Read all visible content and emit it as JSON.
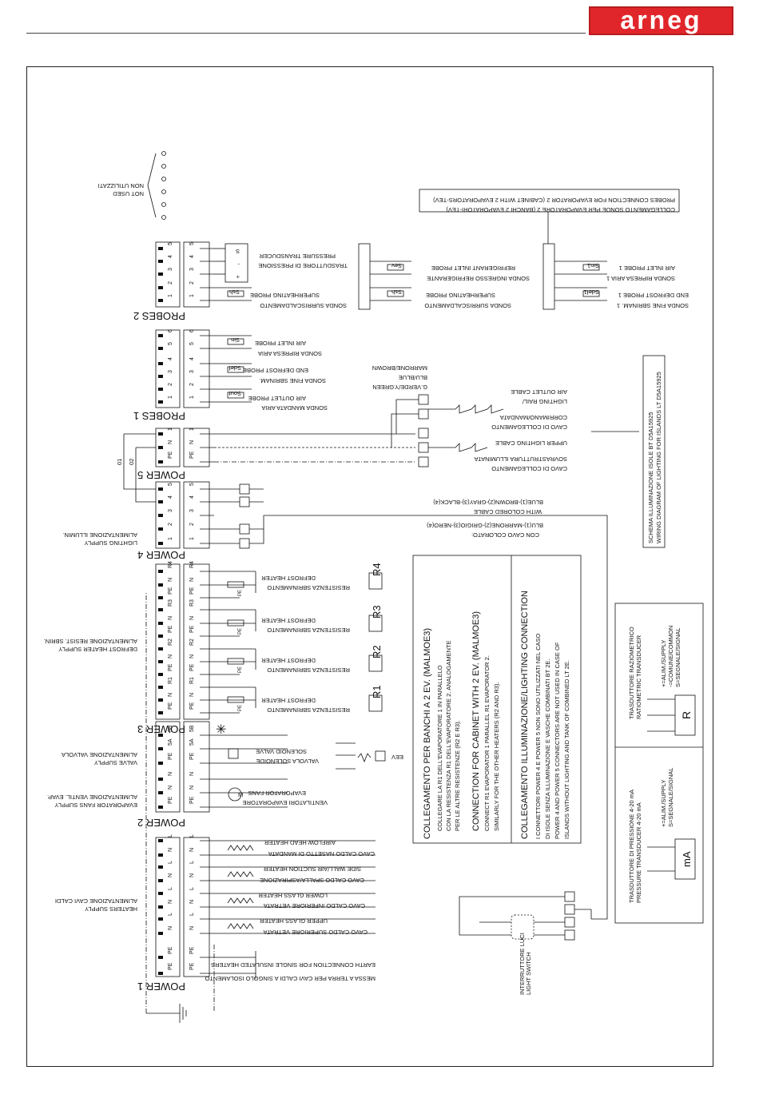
{
  "logo": {
    "text": "arneg",
    "color": "#e0262b"
  },
  "blocks": {
    "power1": "POWER 1",
    "power2": "POWER 2",
    "power3": "POWER 3",
    "power4": "POWER 4",
    "power5": "POWER 5",
    "probes1": "PROBES 1",
    "probes2": "PROBES 2"
  },
  "left_labels": {
    "heaters_it": "ALIMENTAZIONE CAVI CALDI",
    "heaters_en": "HEATERS SUPPLY",
    "fans_it": "ALIMENTAZIONE VENTIL. EVAP.",
    "fans_en": "EVAPORATOR FANS SUPPLY",
    "valve_it": "ALIMENTAZIONE VALVOLA",
    "valve_en": "VALVE SUPPLY",
    "defrost_it": "ALIMENTAZIONE RESIST. SBRIN.",
    "defrost_en": "DEFROST HEATER SUPPLY",
    "lighting_it": "ALIMENTAZIONE ILLUMIN.",
    "lighting_en": "LIGHTING SUPPLY",
    "notused_it": "NON UTILIZZATI",
    "notused_en": "NOT USED",
    "o1": "01",
    "o2": "02"
  },
  "terminals": {
    "l": "L",
    "n": "N",
    "pe": "PE",
    "t1": "1",
    "t2": "2",
    "t3": "3",
    "t4": "4",
    "t5": "5",
    "t6": "6",
    "r1": "R1",
    "r2": "R2",
    "r3": "R3",
    "r4": "R4",
    "t5a": "5A",
    "t5b": "5B"
  },
  "power1_loads": [
    "MESSA A TERRA PER CAVI CALDI A SINGOLO ISOLAMENTO",
    "EARTH CONNECTION FOR SINGLE INSULATED HEATERS",
    "CAVO CALDO SUPERIORE VETRATA",
    "UPPER GLASS HEATER",
    "CAVO CALDO INFERIORE VETRATA",
    "LOWER GLASS HEATER",
    "CAVO CALDO SPALLA/ASPIRAZIONE",
    "SIDE WALL/AIR SUCTION HEATER",
    "CAVO CALDO NASETTO DI MANDATA",
    "AIRFLOW HEAD HEATER"
  ],
  "power2_loads": {
    "fans_it": "VENTILATORI EVAPORATORE",
    "fans_en": "EVAPORATOR FANS",
    "valve_it": "VALVOLA SOLENOIDE",
    "valve_en": "SOLENOID VALVE",
    "motor": "M",
    "eev": "EEV"
  },
  "defrost": {
    "it": "RESISTENZA SBRINAMENTO",
    "en": "DEFROST HEATER",
    "pe": "PE",
    "star": "✳"
  },
  "power4_cable": [
    "CON CAVO COLORATO:",
    "BLU(1)-MARRONE(2)-GRIGIO(3)-NERO(4)",
    "WITH COLORED CABLE",
    "BLUE(1)-BROWN(2)-GRAY(3)-BLACK(4)"
  ],
  "lighting": {
    "upper": [
      "CAVO DI COLLEGAMENTO",
      "SOVRASTRUTTURA ILLUMINATA",
      "UPPER LIGHTING CABLE"
    ],
    "rail": [
      "CAVO DI COLLEGAMENTO",
      "CORRIMANO/MANDATA",
      "LIGHTING RAIL/",
      "AIR OUTLET CABLE"
    ],
    "colors": [
      "G.VERDE/Y.GREEN",
      "BLU/BLUE",
      "MARRONE/BROWN"
    ],
    "schema": [
      "SCHEMA ILLUMINAZIONE ISOLE BT D5A15925",
      "WIRING DIAGRAM OF LIGHTING FOR ISLANDS LT D5A15925"
    ]
  },
  "probes1": [
    "SONDA MANDATA ARIA",
    "AIR OUTLET PROBE",
    "Sout",
    "SONDA FINE SBRINAM.",
    "END DEFROST PROBE",
    "Sdef",
    "SONDA RIPRESA ARIA",
    "AIR INLET PROBE",
    "Sin"
  ],
  "probes2": [
    "SONDA SURRISCALDAMENTO",
    "SUPERHEATING PROBE",
    "Ssh",
    "TRASDUTTORE DI PRESSIONE",
    "PRESSURE TRANSDUCER",
    "S",
    "-",
    "+"
  ],
  "evap2_probes": [
    "SONDA SURRISCALDAMENTO",
    "SUPERHEATING PROBE",
    "Ssh",
    "SONDA INGRESSO REFRIGERANTE",
    "REFRIGERANT INLET PROBE",
    "Sev"
  ],
  "evap1_probes": [
    "SONDA FINE SBRINAM. 1",
    "END DEFROST PROBE 1",
    "Sdef1",
    "SONDA RIPRESA ARIA 1",
    "AIR INLET PROBE 1",
    "Sin1"
  ],
  "evap2_box": [
    "COLLEGAMENTO SONDE PER EVAPORATORE 2 (BANCHI 2 EVAPORATORI-TEV)",
    "PROBES CONNECTION FOR EVAPORATOR 2 (CABINET WITH 2 EVAPORATORS-TEV)"
  ],
  "note_box": {
    "title1": "COLLEGAMENTO PER BANCHI A 2 EV. (MALMOE3)",
    "text1": [
      "COLLEGARE LA R1 DELL'EVAPORATORE 1 IN PARALLELO",
      "CON LA RESISTENZA R1 DELL'EVAPORATORE 2. ANALOGAMENTE",
      "PER LE ALTRE RESISTENZE (R2 E R3)."
    ],
    "title2": "CONNECTION FOR CABINET WITH 2 EV. (MALMOE3)",
    "text2": [
      "CONNECT R1 EVAPORATOR 1 PARALLEL R1 EVAPORATOR 2.",
      "SIMILARLY FOR THE OTHER HEATERS (R2 AND R3)."
    ],
    "title3": "COLLEGAMENTO ILLUMINAZIONE/LIGHTING CONNECTION",
    "text3": [
      "I CONNETTORI POWER 4 E POWER 5 NON SONO UTILIZZATI NEL CASO",
      "DI ISOLE SENZA ILLUMINAZIONE E VASCHE COMBINATI BT 2E.",
      "POWER 4 AND POWER 5 CONNECTORS ARE NOT USED IN CASE OF",
      "ISLANDS WITHOUT LIGHTING AND TANK OF COMBINED LT 2E."
    ]
  },
  "transducers": {
    "mA_title": [
      "TRASDUTTORE DI PRESSIONE 4-20 mA",
      "PRESSURE TRANSDUCER 4-20 mA"
    ],
    "mA_legend": [
      "+=ALIM./SUPPLY",
      "S=SEGNALE/SIGNAL"
    ],
    "mA": "mA",
    "R_title": [
      "TRASDUTTORE RAZIOMETRICO",
      "RATIOMETRIC TRANSDUCER"
    ],
    "R_legend": [
      "+=ALIM./SUPPLY",
      "-=COMUNE/COMMON",
      "S=SEGNALE/SIGNAL"
    ],
    "R": "R"
  },
  "switch": [
    "INTERRUTTORE LUCI",
    "LIGHT SWITCH"
  ]
}
